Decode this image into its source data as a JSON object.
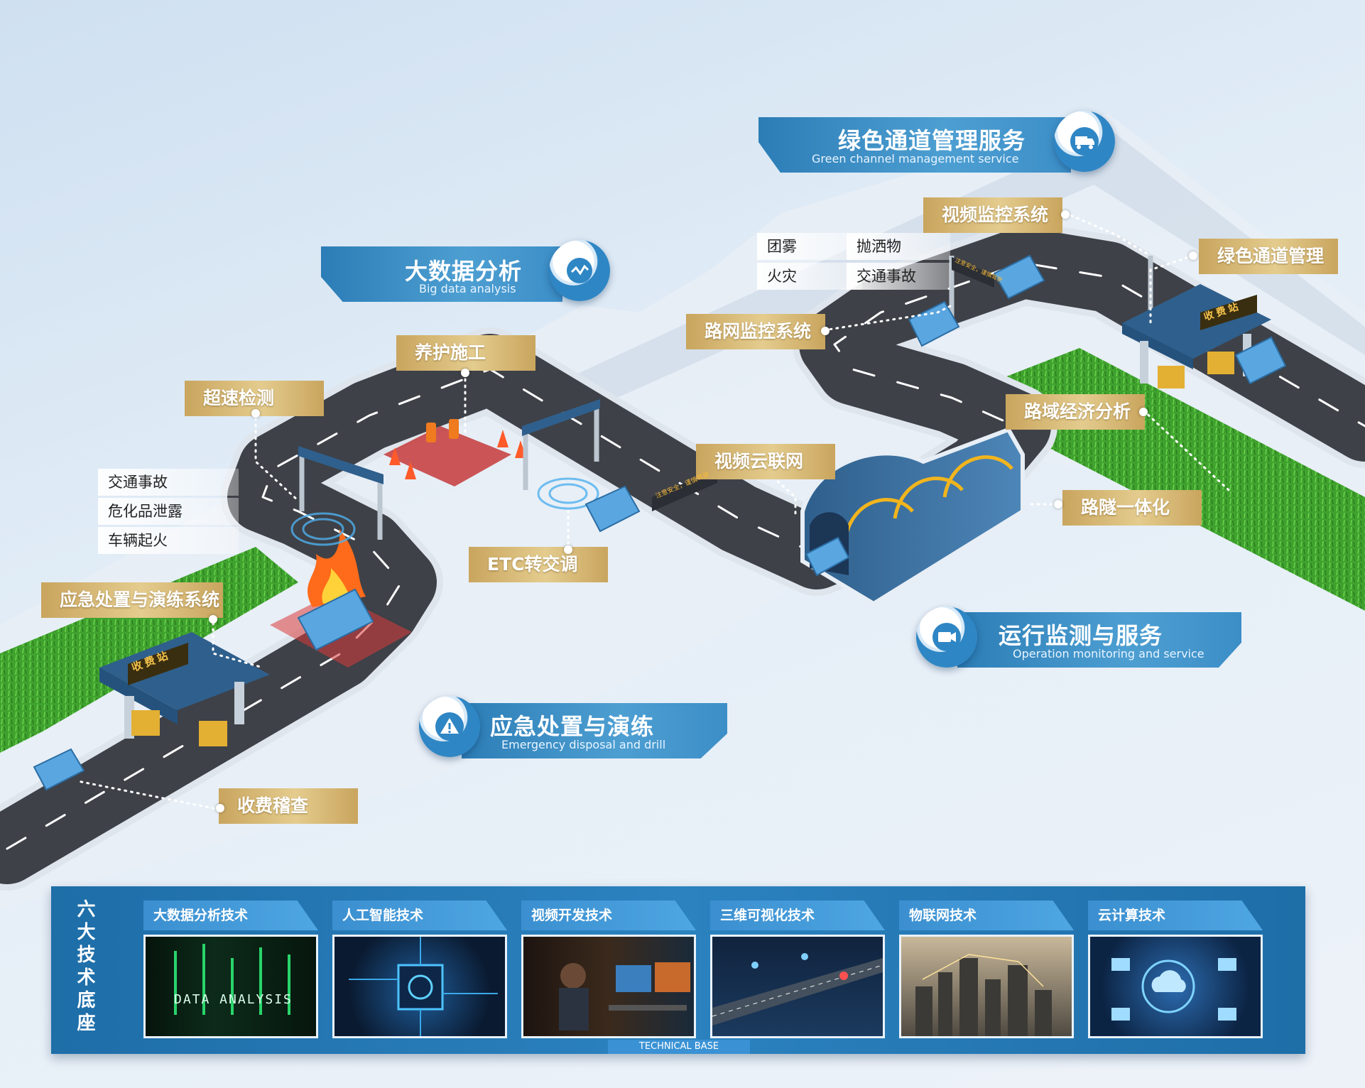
{
  "banners": {
    "big_data": {
      "cn": "大数据分析",
      "en": "Big data analysis"
    },
    "green_channel": {
      "cn": "绿色通道管理服务",
      "en": "Green channel management service"
    },
    "operation": {
      "cn": "运行监测与服务",
      "en": "Operation monitoring and service"
    },
    "emergency": {
      "cn": "应急处置与演练",
      "en": "Emergency disposal and drill"
    }
  },
  "labels": {
    "overspeed": "超速检测",
    "maintenance": "养护施工",
    "emergency_system": "应急处置与演练系统",
    "toll_check": "收费稽查",
    "etc": "ETC转交调",
    "video_cloud": "视频云联网",
    "network_monitor": "路网监控系统",
    "video_monitor": "视频监控系统",
    "green_manage": "绿色通道管理",
    "road_economy": "路域经济分析",
    "tunnel": "路隧一体化"
  },
  "incident_tags_left": [
    "交通事故",
    "危化品泄露",
    "车辆起火"
  ],
  "incident_tags_right": [
    "团雾",
    "抛洒物",
    "火灾",
    "交通事故"
  ],
  "toll_sign": "收费站",
  "vms_text": "注意安全，谨慎驾驶",
  "tech_base": {
    "title": "六大技术底座",
    "subtitle": "TECHNICAL BASE",
    "items": [
      {
        "label": "大数据分析技术",
        "overlay": "DATA ANALYSIS"
      },
      {
        "label": "人工智能技术",
        "overlay": ""
      },
      {
        "label": "视频开发技术",
        "overlay": ""
      },
      {
        "label": "三维可视化技术",
        "overlay": ""
      },
      {
        "label": "物联网技术",
        "overlay": ""
      },
      {
        "label": "云计算技术",
        "overlay": ""
      }
    ]
  },
  "colors": {
    "accent_blue": "#2f86c4",
    "gold": "#d4b36e",
    "road": "#3e4147",
    "grass": "#3d9b2c"
  }
}
